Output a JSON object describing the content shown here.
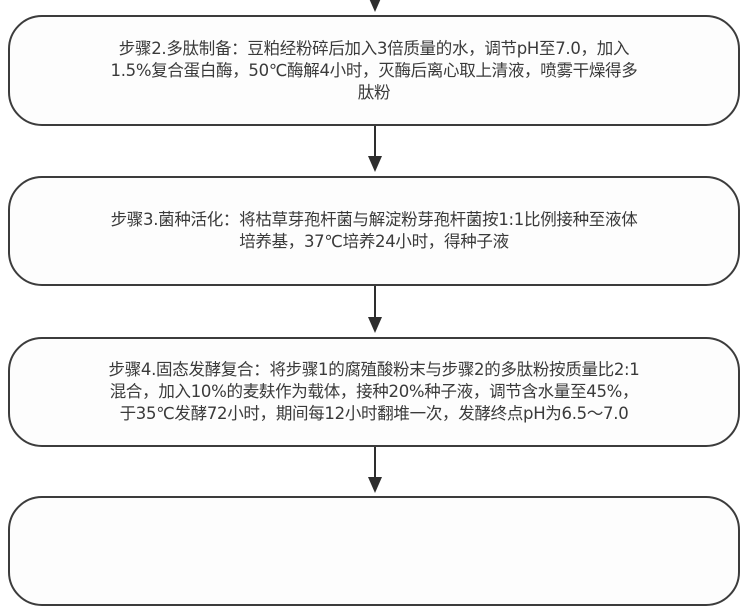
{
  "flowchart": {
    "steps": [
      {
        "id": "step2",
        "lines": [
          "步骤2.多肽制备：豆粕经粉碎后加入3倍质量的水，调节pH至7.0，加入",
          "1.5%复合蛋白酶，50℃酶解4小时，灭酶后离心取上清液，喷雾干燥得多",
          "肽粉"
        ]
      },
      {
        "id": "step3",
        "lines": [
          "步骤3.菌种活化：将枯草芽孢杆菌与解淀粉芽孢杆菌按1:1比例接种至液体",
          "培养基，37℃培养24小时，得种子液"
        ]
      },
      {
        "id": "step4",
        "lines": [
          "步骤4.固态发酵复合：将步骤1的腐殖酸粉末与步骤2的多肽粉按质量比2:1",
          "混合，加入10%的麦麸作为载体，接种20%种子液，调节含水量至45%，",
          "于35℃发酵72小时，期间每12小时翻堆一次，发酵终点pH为6.5～7.0"
        ]
      },
      {
        "id": "step5",
        "lines": []
      }
    ],
    "colors": {
      "border": "#3c3c3c",
      "arrow": "#2e2e2e",
      "text": "#3a3a3a",
      "background": "#ffffff"
    }
  }
}
